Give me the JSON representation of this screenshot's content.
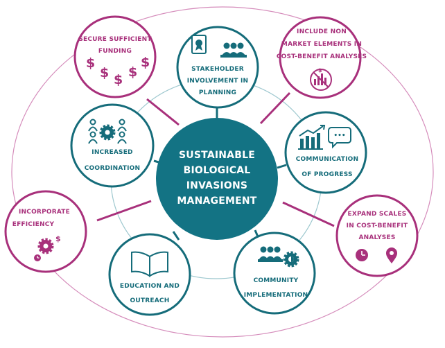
{
  "center": {
    "lines": [
      "SUSTAINABLE",
      "BIOLOGICAL",
      "INVASIONS",
      "MANAGEMENT"
    ],
    "color": "#137384"
  },
  "colors": {
    "teal": "#156c7a",
    "magenta": "#a8307b",
    "light_teal_ring": "#9ec8cf",
    "light_magenta_ring": "#d58cbb"
  },
  "teal_nodes": [
    {
      "id": "stakeholder",
      "icon": "people-award-icon",
      "lines": [
        "STAKEHOLDER",
        "INVOLVEMENT IN",
        "PLANNING"
      ]
    },
    {
      "id": "coordination",
      "icon": "people-gear-icon",
      "lines": [
        "INCREASED",
        "COORDINATION"
      ]
    },
    {
      "id": "communication",
      "icon": "chart-speech-icon",
      "lines": [
        "COMMUNICATION",
        "OF PROGRESS"
      ]
    },
    {
      "id": "education",
      "icon": "open-book-icon",
      "lines": [
        "EDUCATION AND",
        "OUTREACH"
      ]
    },
    {
      "id": "community",
      "icon": "group-gear-icon",
      "lines": [
        "COMMUNITY",
        "IMPLEMENTATION"
      ]
    }
  ],
  "magenta_nodes": [
    {
      "id": "funding",
      "icon": "dollar-signs-icon",
      "lines": [
        "SECURE SUFFICIENT",
        "FUNDING"
      ],
      "icon_glyph": "$"
    },
    {
      "id": "non-market",
      "icon": "crossed-chart-icon",
      "lines": [
        "INCLUDE NON",
        "MARKET ELEMENTS IN",
        "COST-BENEFIT ANALYSES"
      ],
      "icon_glyph": "$"
    },
    {
      "id": "efficiency",
      "icon": "gear-money-clock-icon",
      "lines": [
        "INCORPORATE",
        "EFFICIENCY"
      ],
      "icon_glyph": "$"
    },
    {
      "id": "scales",
      "icon": "clock-pin-icon",
      "lines": [
        "EXPAND SCALES",
        "IN COST-BENEFIT",
        "ANALYSES"
      ]
    }
  ],
  "speech_glyph": "•••"
}
